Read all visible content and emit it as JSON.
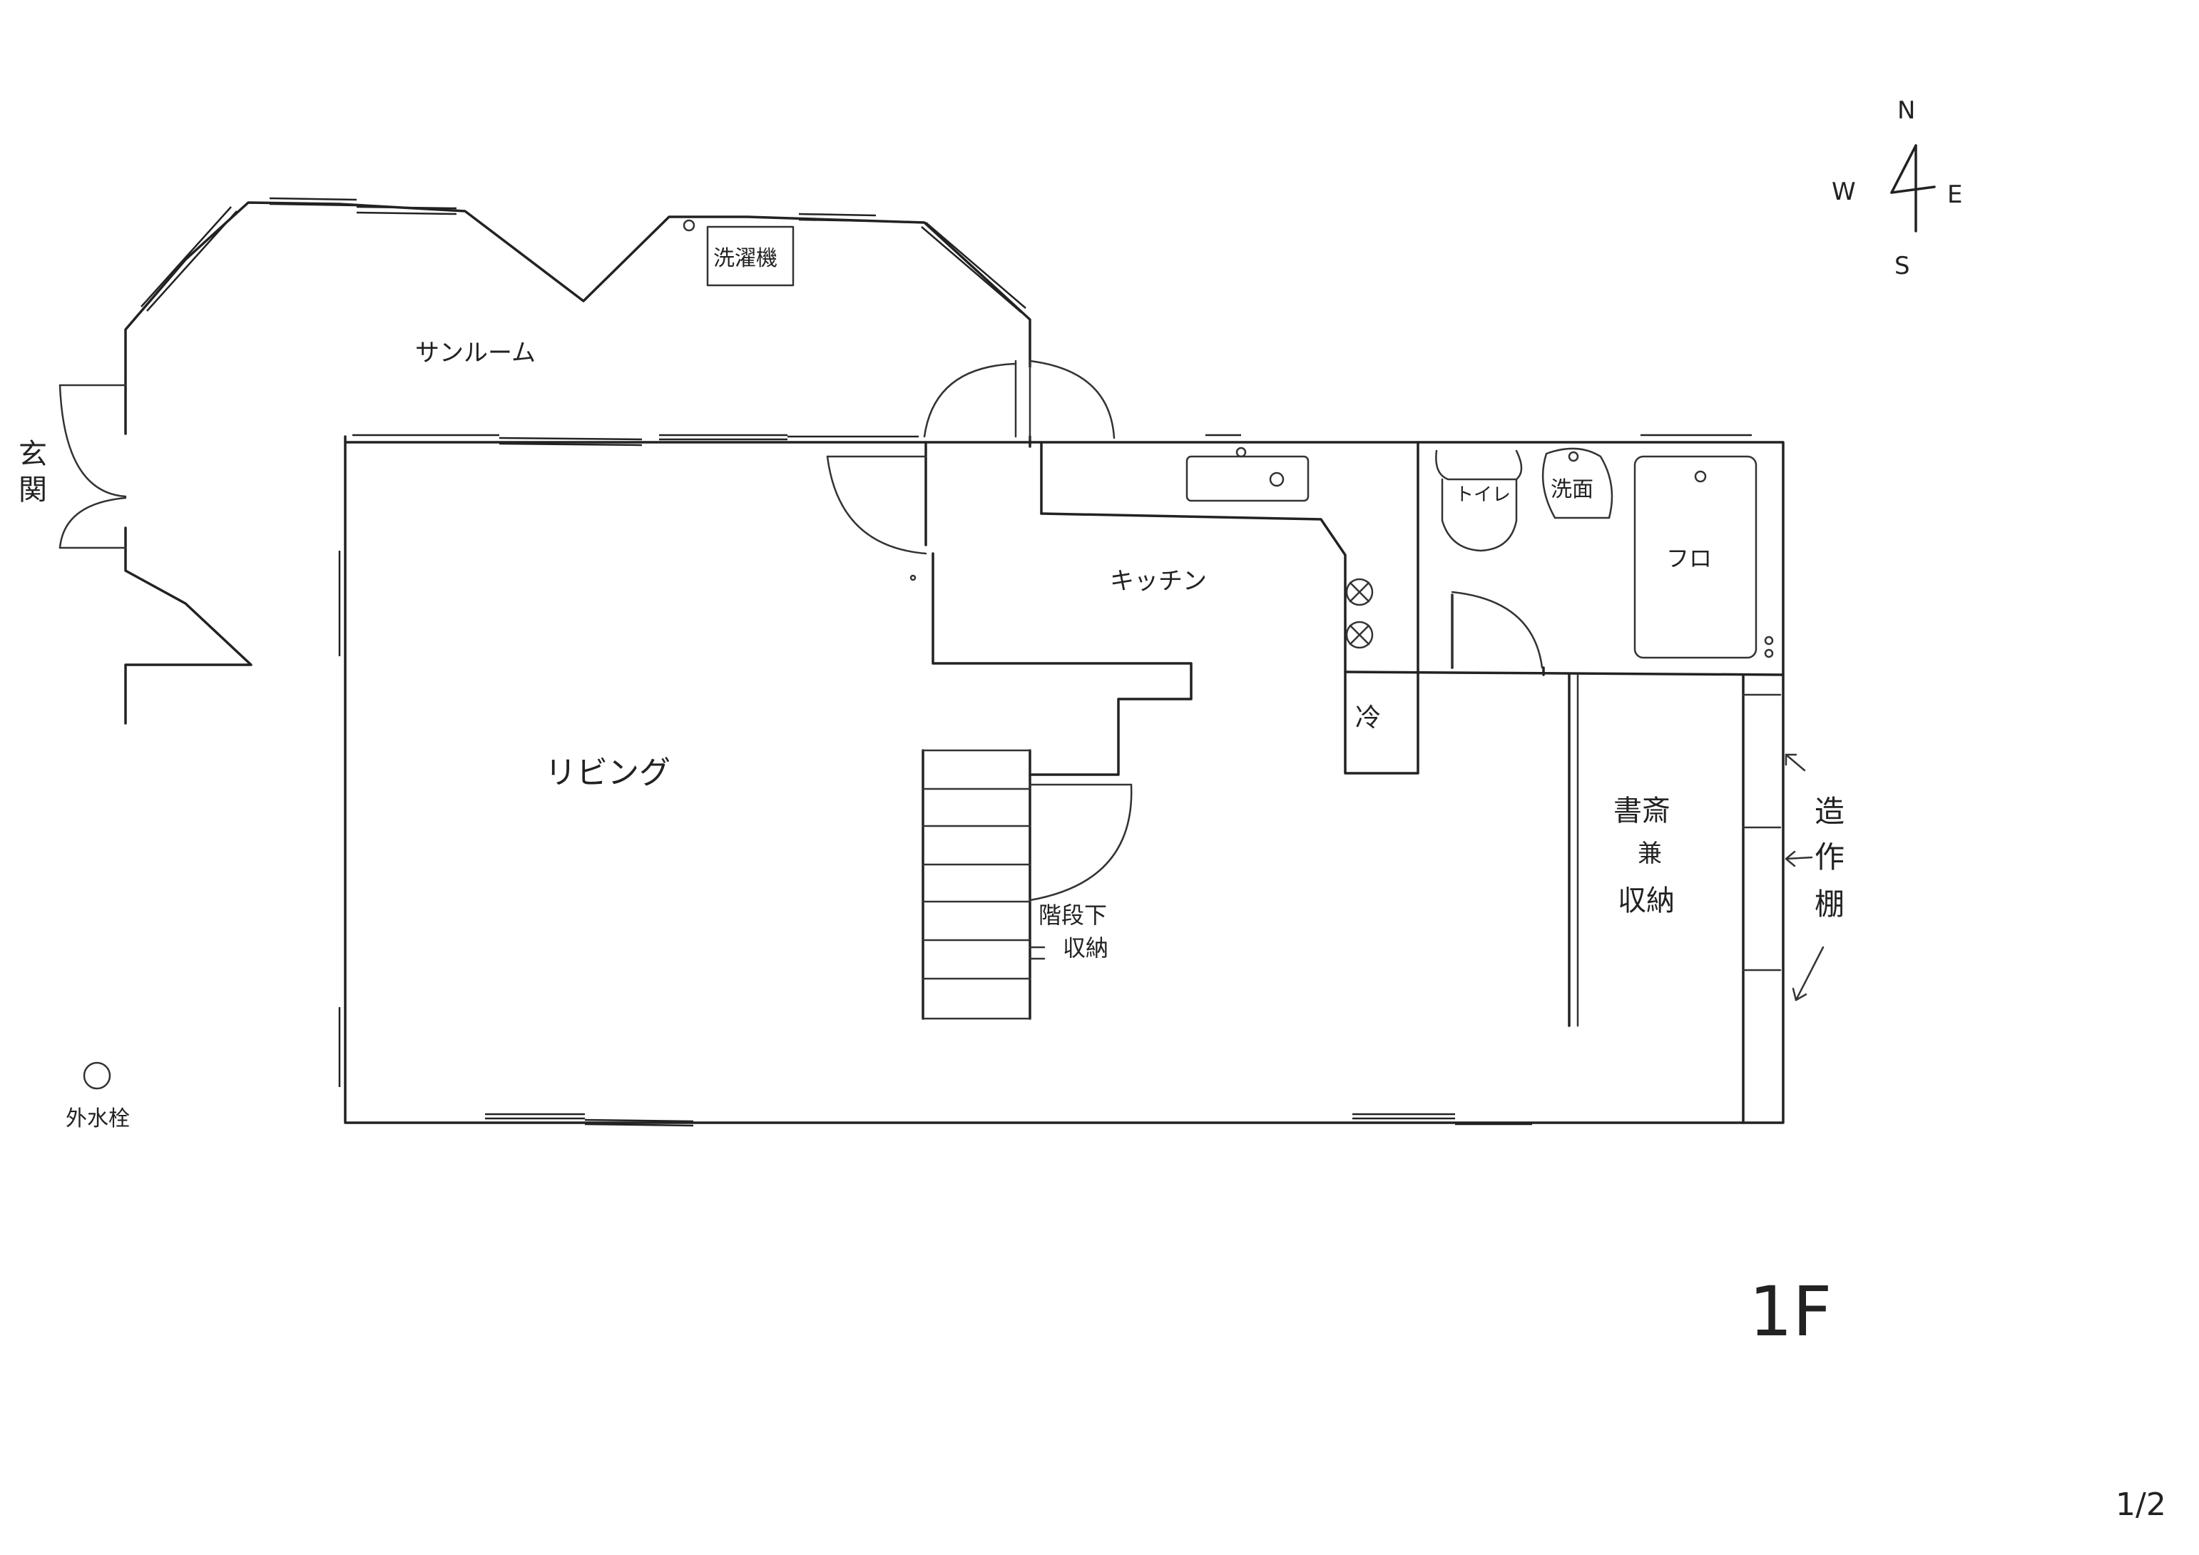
{
  "compass": {
    "north": "N",
    "west": "W",
    "east": "E",
    "south": "S"
  },
  "rooms": {
    "sunroom": "サンルーム",
    "washing_machine": "洗濯機",
    "entrance_1": "玄",
    "entrance_2": "関",
    "toilet": "トイレ",
    "washroom": "洗面",
    "bath": "フロ",
    "kitchen": "キッチン",
    "fridge": "冷",
    "living": "リビング",
    "under_stairs_1": "階段下",
    "under_stairs_2": "収納",
    "study_1": "書斎",
    "study_2": "兼",
    "study_3": "収納",
    "shelf_1": "造",
    "shelf_2": "作",
    "shelf_3": "棚",
    "outdoor_tap": "外水栓"
  },
  "floor_label": "1F",
  "page_number": "1/2"
}
